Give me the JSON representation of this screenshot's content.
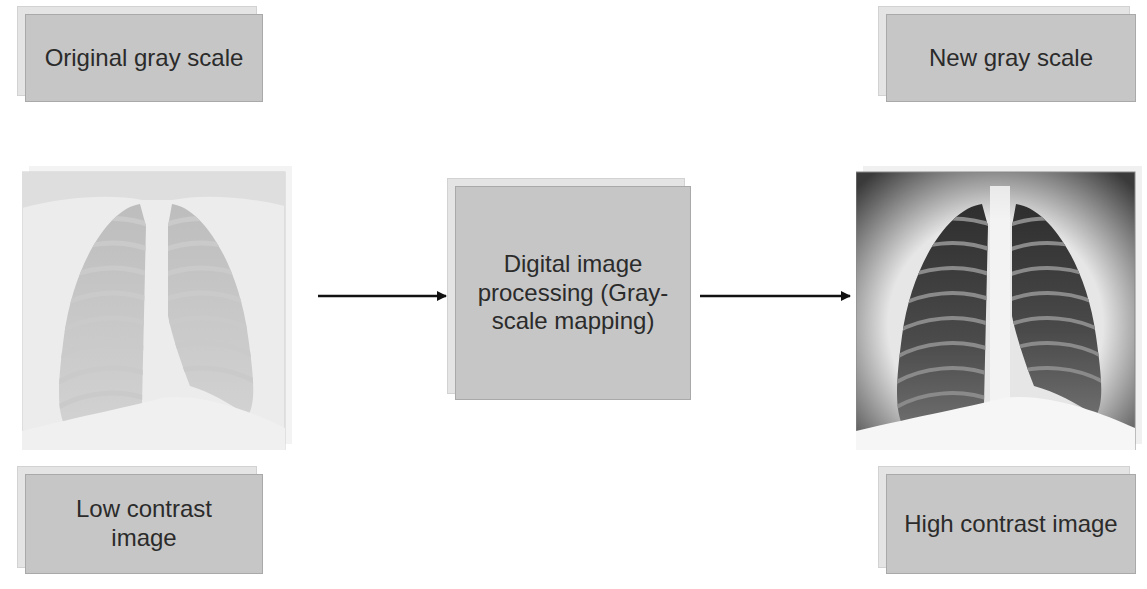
{
  "diagram": {
    "nodes": [
      {
        "text": [
          "Original gray scale"
        ]
      },
      {
        "text": [
          "Low contrast image"
        ]
      },
      {
        "text": [
          "Digital image processing (Gray-scale mapping)"
        ]
      },
      {
        "text": [
          "New gray scale"
        ]
      },
      {
        "text": [
          "High contrast image"
        ]
      }
    ]
  }
}
